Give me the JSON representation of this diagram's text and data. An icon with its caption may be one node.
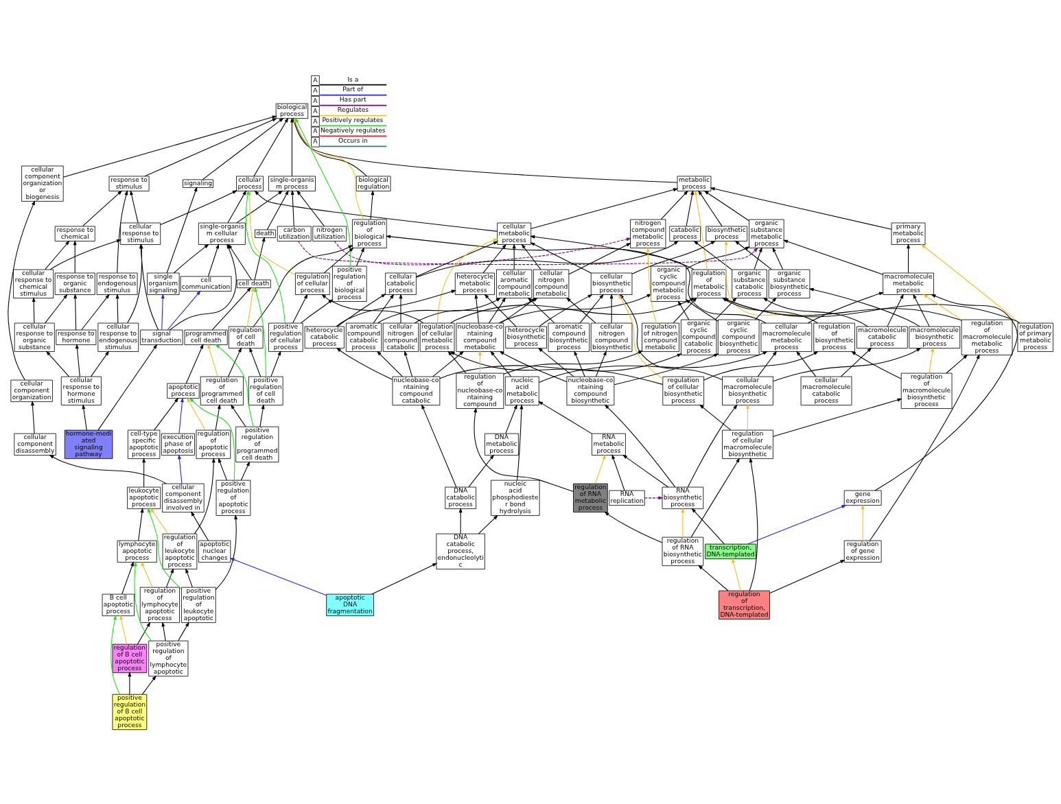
{
  "diagram": {
    "nodes": [
      {
        "text": [
          "biological process"
        ]
      },
      {
        "text": [
          "cellular component organization or biogenesis"
        ]
      },
      {
        "text": [
          "cellular process"
        ]
      },
      {
        "text": [
          "biological regulation"
        ]
      },
      {
        "text": [
          "single-organis m process"
        ]
      },
      {
        "text": [
          "metabolic process"
        ]
      },
      {
        "text": [
          "signaling"
        ]
      },
      {
        "text": [
          "response to stimulus"
        ]
      },
      {
        "text": [
          "death"
        ]
      },
      {
        "text": [
          "cellular component organization"
        ]
      },
      {
        "text": [
          "catabolic process"
        ]
      },
      {
        "text": [
          "single-organis m cellular process"
        ]
      },
      {
        "text": [
          "cellular metabolic process"
        ]
      },
      {
        "text": [
          "regulation of biological process"
        ]
      },
      {
        "text": [
          "carbon utilization"
        ]
      },
      {
        "text": [
          "nitrogen utilization"
        ]
      },
      {
        "text": [
          "biosynthetic process"
        ]
      },
      {
        "text": [
          "cellular response to stimulus"
        ]
      },
      {
        "text": [
          "response to endogenous stimulus"
        ]
      },
      {
        "text": [
          "response to chemical"
        ]
      },
      {
        "text": [
          "cell death"
        ]
      },
      {
        "text": [
          "positive regulation of biological process"
        ]
      },
      {
        "text": [
          "cellular catabolic process"
        ]
      },
      {
        "text": [
          "cellular aromatic compound metabolic"
        ]
      },
      {
        "text": [
          "heterocycle metabolic process"
        ]
      },
      {
        "text": [
          "regulation of cellular process"
        ]
      },
      {
        "text": [
          "organic substance metabolic process"
        ]
      },
      {
        "text": [
          "nitrogen compound metabolic process"
        ]
      },
      {
        "text": [
          "primary metabolic process"
        ]
      },
      {
        "text": [
          "cellular biosynthetic process"
        ]
      },
      {
        "text": [
          "regulation of metabolic process"
        ]
      },
      {
        "text": [
          "cell communication"
        ]
      },
      {
        "text": [
          "single organism signaling"
        ]
      },
      {
        "text": [
          "cellular response to chemical stimulus"
        ]
      },
      {
        "text": [
          "response to organic substance"
        ]
      },
      {
        "text": [
          "programmed cell death"
        ]
      },
      {
        "text": [
          "regulation of cell death"
        ]
      },
      {
        "text": [
          "positive regulation of cellular process"
        ]
      },
      {
        "text": [
          "organic substance catabolic process"
        ]
      },
      {
        "text": [
          "cellular nitrogen compound metabolic"
        ]
      },
      {
        "text": [
          "organic cyclic compound metabolic process"
        ]
      },
      {
        "text": [
          "macromolecule metabolic process"
        ]
      },
      {
        "text": [
          "organic substance biosynthetic process"
        ]
      },
      {
        "text": [
          "regulation of cellular metabolic process"
        ]
      },
      {
        "text": [
          "regulation of biosynthetic process"
        ]
      },
      {
        "text": [
          "cellular response to endogenous stimulus"
        ]
      },
      {
        "text": [
          "cellular response to organic substance"
        ]
      },
      {
        "text": [
          "response to hormone"
        ]
      },
      {
        "text": [
          "apoptotic process"
        ]
      },
      {
        "text": [
          "regulation of programmed cell death"
        ]
      },
      {
        "text": [
          "positive regulation of cell death"
        ]
      },
      {
        "text": [
          "cellular component disassembly"
        ]
      },
      {
        "text": [
          "aromatic compound catabolic process"
        ]
      },
      {
        "text": [
          "heterocycle catabolic process"
        ]
      },
      {
        "text": [
          "cellular nitrogen compound catabolic"
        ]
      },
      {
        "text": [
          "organic cyclic compound catabolic process"
        ]
      },
      {
        "text": [
          "macromolecule catabolic process"
        ]
      },
      {
        "text": [
          "cellular macromolecule metabolic process"
        ]
      },
      {
        "text": [
          "nucleobase-co ntaining compound metabolic"
        ]
      },
      {
        "text": [
          "aromatic compound biosynthetic process"
        ]
      },
      {
        "text": [
          "heterocycle biosynthetic process"
        ]
      },
      {
        "text": [
          "cellular nitrogen compound biosynthetic"
        ]
      },
      {
        "text": [
          "organic cyclic compound biosynthetic process"
        ]
      },
      {
        "text": [
          "gene expression"
        ]
      },
      {
        "text": [
          "macromolecule biosynthetic process"
        ]
      },
      {
        "text": [
          "regulation of nitrogen compound metabolic"
        ]
      },
      {
        "text": [
          "regulation of primary metabolic process"
        ]
      },
      {
        "text": [
          "regulation of macromolecule metabolic process"
        ]
      },
      {
        "text": [
          "signal transduction"
        ]
      },
      {
        "text": [
          "cellular response to hormone stimulus"
        ]
      },
      {
        "text": [
          "cell-type specific apoptotic process"
        ]
      },
      {
        "text": [
          "regulation of apoptotic process"
        ]
      },
      {
        "text": [
          "positive regulation of programmed cell death"
        ]
      },
      {
        "text": [
          "execution phase of apoptosis"
        ]
      },
      {
        "text": [
          "nucleic acid metabolic process"
        ]
      },
      {
        "text": [
          "cellular macromolecule biosynthetic process"
        ]
      },
      {
        "text": [
          "regulation of cellular biosynthetic process"
        ]
      },
      {
        "text": [
          "regulation of macromolecule biosynthetic process"
        ]
      },
      {
        "text": [
          "hormone-medi ated signaling pathway"
        ]
      },
      {
        "text": [
          "leukocyte apoptotic process"
        ]
      },
      {
        "text": [
          "cellular component disassembly involved in"
        ]
      },
      {
        "text": [
          "nucleobase-co ntaining compound catabolic"
        ]
      },
      {
        "text": [
          "DNA metabolic process"
        ]
      },
      {
        "text": [
          "cellular macromolecule catabolic process"
        ]
      },
      {
        "text": [
          "nucleobase-co ntaining compound biosynthetic"
        ]
      },
      {
        "text": [
          "RNA metabolic process"
        ]
      },
      {
        "text": [
          "regulation of nucleobase-co ntaining compound"
        ]
      },
      {
        "text": [
          "lymphocyte apoptotic process"
        ]
      },
      {
        "text": [
          "regulation of leukocyte apoptotic process"
        ]
      },
      {
        "text": [
          "positive regulation of apoptotic process"
        ]
      },
      {
        "text": [
          "DNA catabolic process"
        ]
      },
      {
        "text": [
          "nucleic acid phosphodieste r bond hydrolysis"
        ]
      },
      {
        "text": [
          "RNA replication"
        ]
      },
      {
        "text": [
          "regulation of gene expression"
        ]
      },
      {
        "text": [
          "B cell apoptotic process"
        ]
      },
      {
        "text": [
          "regulation of lymphocyte apoptotic process"
        ]
      },
      {
        "text": [
          "positive regulation of leukocyte apoptotic"
        ]
      },
      {
        "text": [
          "apoptotic nuclear changes"
        ]
      },
      {
        "text": [
          "DNA catabolic process, endonucleolyti c"
        ]
      },
      {
        "text": [
          "RNA biosynthetic process"
        ]
      },
      {
        "text": [
          "regulation of RNA metabolic process"
        ]
      },
      {
        "text": [
          "regulation of cellular macromolecule biosynthetic"
        ]
      },
      {
        "text": [
          "regulation of B cell apoptotic process"
        ]
      },
      {
        "text": [
          "positive regulation of lymphocyte apoptotic"
        ]
      },
      {
        "text": [
          "apoptotic DNA fragmentation"
        ]
      },
      {
        "text": [
          "transcription, DNA-templated"
        ]
      },
      {
        "text": [
          "regulation of RNA biosynthetic process"
        ]
      },
      {
        "text": [
          "positive regulation of B cell apoptotic process"
        ]
      },
      {
        "text": [
          "regulation of transcription, DNA-templated"
        ]
      }
    ],
    "edges": [
      {
        "from": 1,
        "to": 0,
        "arrow": "to"
      },
      {
        "from": 2,
        "to": 0,
        "arrow": "to"
      },
      {
        "from": 3,
        "to": 0,
        "arrow": "to"
      },
      {
        "from": 4,
        "to": 0,
        "arrow": "to"
      },
      {
        "from": 5,
        "to": 0,
        "arrow": "to"
      },
      {
        "from": 6,
        "to": 0,
        "arrow": "to"
      },
      {
        "from": 7,
        "to": 0,
        "arrow": "to"
      },
      {
        "from": 8,
        "to": 4,
        "arrow": "to"
      },
      {
        "from": 9,
        "to": 1,
        "arrow": "to"
      },
      {
        "from": 10,
        "to": 5,
        "arrow": "to"
      },
      {
        "from": 11,
        "to": 2,
        "arrow": "to"
      },
      {
        "from": 11,
        "to": 4,
        "arrow": "to"
      },
      {
        "from": 12,
        "to": 2,
        "arrow": "to"
      },
      {
        "from": 12,
        "to": 5,
        "arrow": "to"
      },
      {
        "from": 13,
        "to": 3,
        "arrow": "to"
      },
      {
        "from": 13,
        "to": 0,
        "arrow": "to",
        "color": "#f0c020"
      },
      {
        "from": 14,
        "to": 4,
        "arrow": "to"
      },
      {
        "from": 15,
        "to": 4,
        "arrow": "to"
      },
      {
        "from": 16,
        "to": 5,
        "arrow": "to"
      },
      {
        "from": 17,
        "to": 7,
        "arrow": "to"
      },
      {
        "from": 17,
        "to": 2,
        "arrow": "to"
      },
      {
        "from": 18,
        "to": 7,
        "arrow": "to"
      },
      {
        "from": 19,
        "to": 7,
        "arrow": "to"
      },
      {
        "from": 20,
        "to": 8,
        "arrow": "to"
      },
      {
        "from": 20,
        "to": 11,
        "arrow": "to"
      },
      {
        "from": 21,
        "to": 13,
        "arrow": "to"
      },
      {
        "from": 21,
        "to": 0,
        "arrow": "to",
        "color": "#22dd22"
      },
      {
        "from": 22,
        "to": 10,
        "arrow": "to"
      },
      {
        "from": 22,
        "to": 12,
        "arrow": "to"
      },
      {
        "from": 23,
        "to": 12,
        "arrow": "to"
      },
      {
        "from": 24,
        "to": 12,
        "arrow": "to"
      },
      {
        "from": 25,
        "to": 13,
        "arrow": "to"
      },
      {
        "from": 25,
        "to": 2,
        "arrow": "to",
        "color": "#f0c020"
      },
      {
        "from": 14,
        "to": 26,
        "arrow": "to",
        "style": "dashed",
        "color": "#800080"
      },
      {
        "from": 26,
        "to": 5,
        "arrow": "to"
      },
      {
        "from": 15,
        "to": 27,
        "arrow": "to",
        "style": "dashed",
        "color": "#800080"
      },
      {
        "from": 27,
        "to": 5,
        "arrow": "to"
      },
      {
        "from": 28,
        "to": 5,
        "arrow": "to"
      },
      {
        "from": 29,
        "to": 16,
        "arrow": "to"
      },
      {
        "from": 29,
        "to": 12,
        "arrow": "to"
      },
      {
        "from": 30,
        "to": 13,
        "arrow": "to"
      },
      {
        "from": 30,
        "to": 5,
        "arrow": "to",
        "color": "#f0c020"
      },
      {
        "from": 31,
        "to": 11,
        "arrow": "to"
      },
      {
        "from": 32,
        "to": 6,
        "arrow": "to"
      },
      {
        "from": 32,
        "to": 11,
        "arrow": "to"
      },
      {
        "from": 33,
        "to": 19,
        "arrow": "to"
      },
      {
        "from": 33,
        "to": 17,
        "arrow": "to"
      },
      {
        "from": 34,
        "to": 19,
        "arrow": "to"
      },
      {
        "from": 35,
        "to": 20,
        "arrow": "to"
      },
      {
        "from": 36,
        "to": 13,
        "arrow": "to"
      },
      {
        "from": 36,
        "to": 20,
        "arrow": "to",
        "color": "#f0c020"
      },
      {
        "from": 37,
        "to": 21,
        "arrow": "to"
      },
      {
        "from": 37,
        "to": 25,
        "arrow": "to"
      },
      {
        "from": 37,
        "to": 2,
        "arrow": "to",
        "color": "#22dd22"
      },
      {
        "from": 38,
        "to": 26,
        "arrow": "to"
      },
      {
        "from": 38,
        "to": 10,
        "arrow": "to"
      },
      {
        "from": 39,
        "to": 27,
        "arrow": "to"
      },
      {
        "from": 39,
        "to": 12,
        "arrow": "to"
      },
      {
        "from": 40,
        "to": 26,
        "arrow": "to"
      },
      {
        "from": 41,
        "to": 28,
        "arrow": "to"
      },
      {
        "from": 41,
        "to": 26,
        "arrow": "to"
      },
      {
        "from": 42,
        "to": 26,
        "arrow": "to"
      },
      {
        "from": 42,
        "to": 16,
        "arrow": "to"
      },
      {
        "from": 43,
        "to": 30,
        "arrow": "to"
      },
      {
        "from": 43,
        "to": 25,
        "arrow": "to"
      },
      {
        "from": 43,
        "to": 12,
        "arrow": "to",
        "color": "#f0c020"
      },
      {
        "from": 44,
        "to": 30,
        "arrow": "to"
      },
      {
        "from": 44,
        "to": 16,
        "arrow": "to",
        "color": "#f0c020"
      },
      {
        "from": 45,
        "to": 18,
        "arrow": "to"
      },
      {
        "from": 45,
        "to": 17,
        "arrow": "to"
      },
      {
        "from": 46,
        "to": 34,
        "arrow": "to"
      },
      {
        "from": 46,
        "to": 33,
        "arrow": "to"
      },
      {
        "from": 47,
        "to": 18,
        "arrow": "to"
      },
      {
        "from": 47,
        "to": 34,
        "arrow": "to"
      },
      {
        "from": 48,
        "to": 35,
        "arrow": "to"
      },
      {
        "from": 49,
        "to": 36,
        "arrow": "to"
      },
      {
        "from": 49,
        "to": 35,
        "arrow": "to",
        "color": "#f0c020"
      },
      {
        "from": 50,
        "to": 36,
        "arrow": "to"
      },
      {
        "from": 50,
        "to": 37,
        "arrow": "to"
      },
      {
        "from": 50,
        "to": 20,
        "arrow": "to",
        "color": "#22dd22"
      },
      {
        "from": 51,
        "to": 9,
        "arrow": "to"
      },
      {
        "from": 52,
        "to": 23,
        "arrow": "to"
      },
      {
        "from": 52,
        "to": 22,
        "arrow": "to"
      },
      {
        "from": 53,
        "to": 24,
        "arrow": "to"
      },
      {
        "from": 53,
        "to": 22,
        "arrow": "to"
      },
      {
        "from": 54,
        "to": 39,
        "arrow": "to"
      },
      {
        "from": 54,
        "to": 22,
        "arrow": "to"
      },
      {
        "from": 55,
        "to": 40,
        "arrow": "to"
      },
      {
        "from": 55,
        "to": 38,
        "arrow": "to"
      },
      {
        "from": 56,
        "to": 41,
        "arrow": "to"
      },
      {
        "from": 56,
        "to": 38,
        "arrow": "to"
      },
      {
        "from": 57,
        "to": 41,
        "arrow": "to"
      },
      {
        "from": 57,
        "to": 12,
        "arrow": "to"
      },
      {
        "from": 58,
        "to": 39,
        "arrow": "to"
      },
      {
        "from": 58,
        "to": 23,
        "arrow": "to"
      },
      {
        "from": 58,
        "to": 24,
        "arrow": "to"
      },
      {
        "from": 58,
        "to": 40,
        "arrow": "to"
      },
      {
        "from": 59,
        "to": 23,
        "arrow": "to"
      },
      {
        "from": 59,
        "to": 29,
        "arrow": "to"
      },
      {
        "from": 60,
        "to": 24,
        "arrow": "to"
      },
      {
        "from": 60,
        "to": 29,
        "arrow": "to"
      },
      {
        "from": 61,
        "to": 39,
        "arrow": "to"
      },
      {
        "from": 61,
        "to": 29,
        "arrow": "to"
      },
      {
        "from": 62,
        "to": 40,
        "arrow": "to"
      },
      {
        "from": 62,
        "to": 42,
        "arrow": "to"
      },
      {
        "from": 63,
        "to": 41,
        "arrow": "to"
      },
      {
        "from": 64,
        "to": 41,
        "arrow": "to"
      },
      {
        "from": 64,
        "to": 42,
        "arrow": "to"
      },
      {
        "from": 65,
        "to": 30,
        "arrow": "to"
      },
      {
        "from": 65,
        "to": 27,
        "arrow": "to",
        "color": "#f0c020"
      },
      {
        "from": 66,
        "to": 30,
        "arrow": "to"
      },
      {
        "from": 66,
        "to": 28,
        "arrow": "to",
        "color": "#f0c020"
      },
      {
        "from": 67,
        "to": 30,
        "arrow": "to"
      },
      {
        "from": 67,
        "to": 41,
        "arrow": "to",
        "color": "#f0c020"
      },
      {
        "from": 68,
        "to": 31,
        "arrow": "to",
        "color": "#2222ee"
      },
      {
        "from": 68,
        "to": 32,
        "arrow": "to",
        "color": "#2222ee"
      },
      {
        "from": 68,
        "to": 17,
        "arrow": "to"
      },
      {
        "from": 68,
        "to": 11,
        "arrow": "to"
      },
      {
        "from": 69,
        "to": 47,
        "arrow": "to"
      },
      {
        "from": 69,
        "to": 45,
        "arrow": "to"
      },
      {
        "from": 69,
        "to": 46,
        "arrow": "to"
      },
      {
        "from": 70,
        "to": 48,
        "arrow": "to"
      },
      {
        "from": 71,
        "to": 49,
        "arrow": "to"
      },
      {
        "from": 71,
        "to": 48,
        "arrow": "to",
        "color": "#f0c020"
      },
      {
        "from": 72,
        "to": 49,
        "arrow": "to"
      },
      {
        "from": 72,
        "to": 50,
        "arrow": "to"
      },
      {
        "from": 72,
        "to": 35,
        "arrow": "to",
        "color": "#22dd22"
      },
      {
        "from": 73,
        "to": 48,
        "arrow": "to",
        "color": "#2222ee"
      },
      {
        "from": 74,
        "to": 58,
        "arrow": "to"
      },
      {
        "from": 74,
        "to": 57,
        "arrow": "to"
      },
      {
        "from": 75,
        "to": 57,
        "arrow": "to"
      },
      {
        "from": 75,
        "to": 64,
        "arrow": "to"
      },
      {
        "from": 75,
        "to": 29,
        "arrow": "to"
      },
      {
        "from": 76,
        "to": 44,
        "arrow": "to"
      },
      {
        "from": 76,
        "to": 43,
        "arrow": "to"
      },
      {
        "from": 76,
        "to": 29,
        "arrow": "to",
        "color": "#f0c020"
      },
      {
        "from": 77,
        "to": 44,
        "arrow": "to"
      },
      {
        "from": 77,
        "to": 67,
        "arrow": "to"
      },
      {
        "from": 77,
        "to": 64,
        "arrow": "to",
        "color": "#f0c020"
      },
      {
        "from": 78,
        "to": 68,
        "arrow": "to"
      },
      {
        "from": 78,
        "to": 69,
        "arrow": "to"
      },
      {
        "from": 79,
        "to": 70,
        "arrow": "to"
      },
      {
        "from": 80,
        "to": 51,
        "arrow": "to"
      },
      {
        "from": 80,
        "to": 73,
        "arrow": "to",
        "color": "#2222ee"
      },
      {
        "from": 81,
        "to": 58,
        "arrow": "to"
      },
      {
        "from": 81,
        "to": 52,
        "arrow": "to"
      },
      {
        "from": 81,
        "to": 53,
        "arrow": "to"
      },
      {
        "from": 81,
        "to": 54,
        "arrow": "to"
      },
      {
        "from": 81,
        "to": 55,
        "arrow": "to"
      },
      {
        "from": 82,
        "to": 74,
        "arrow": "to"
      },
      {
        "from": 83,
        "to": 57,
        "arrow": "to"
      },
      {
        "from": 83,
        "to": 56,
        "arrow": "to"
      },
      {
        "from": 84,
        "to": 58,
        "arrow": "to"
      },
      {
        "from": 84,
        "to": 59,
        "arrow": "to"
      },
      {
        "from": 84,
        "to": 60,
        "arrow": "to"
      },
      {
        "from": 84,
        "to": 61,
        "arrow": "to"
      },
      {
        "from": 84,
        "to": 62,
        "arrow": "to"
      },
      {
        "from": 85,
        "to": 74,
        "arrow": "to"
      },
      {
        "from": 86,
        "to": 65,
        "arrow": "to"
      },
      {
        "from": 86,
        "to": 43,
        "arrow": "to"
      },
      {
        "from": 86,
        "to": 58,
        "arrow": "to",
        "color": "#f0c020"
      },
      {
        "from": 87,
        "to": 79,
        "arrow": "to"
      },
      {
        "from": 88,
        "to": 71,
        "arrow": "to"
      },
      {
        "from": 88,
        "to": 79,
        "arrow": "to",
        "color": "#f0c020"
      },
      {
        "from": 89,
        "to": 71,
        "arrow": "to"
      },
      {
        "from": 89,
        "to": 72,
        "arrow": "to"
      },
      {
        "from": 89,
        "to": 48,
        "arrow": "to",
        "color": "#22dd22"
      },
      {
        "from": 90,
        "to": 82,
        "arrow": "to"
      },
      {
        "from": 90,
        "to": 81,
        "arrow": "to"
      },
      {
        "from": 91,
        "to": 74,
        "arrow": "to"
      },
      {
        "from": 92,
        "to": 85,
        "arrow": "to"
      },
      {
        "from": 92,
        "to": 99,
        "arrow": "to",
        "style": "dashed",
        "color": "#800080"
      },
      {
        "from": 93,
        "to": 67,
        "arrow": "to"
      },
      {
        "from": 93,
        "to": 63,
        "arrow": "to",
        "color": "#f0c020"
      },
      {
        "from": 94,
        "to": 87,
        "arrow": "to"
      },
      {
        "from": 95,
        "to": 88,
        "arrow": "to"
      },
      {
        "from": 95,
        "to": 87,
        "arrow": "to",
        "color": "#f0c020"
      },
      {
        "from": 96,
        "to": 88,
        "arrow": "to"
      },
      {
        "from": 96,
        "to": 89,
        "arrow": "to"
      },
      {
        "from": 96,
        "to": 79,
        "arrow": "to",
        "color": "#22dd22"
      },
      {
        "from": 97,
        "to": 80,
        "arrow": "to"
      },
      {
        "from": 98,
        "to": 90,
        "arrow": "to"
      },
      {
        "from": 98,
        "to": 91,
        "arrow": "to"
      },
      {
        "from": 99,
        "to": 85,
        "arrow": "to"
      },
      {
        "from": 99,
        "to": 84,
        "arrow": "to"
      },
      {
        "from": 99,
        "to": 75,
        "arrow": "to"
      },
      {
        "from": 100,
        "to": 86,
        "arrow": "to"
      },
      {
        "from": 100,
        "to": 85,
        "arrow": "to",
        "color": "#f0c020"
      },
      {
        "from": 101,
        "to": 76,
        "arrow": "to"
      },
      {
        "from": 101,
        "to": 77,
        "arrow": "to"
      },
      {
        "from": 101,
        "to": 75,
        "arrow": "to",
        "color": "#f0c020"
      },
      {
        "from": 102,
        "to": 95,
        "arrow": "to"
      },
      {
        "from": 102,
        "to": 94,
        "arrow": "to",
        "color": "#f0c020"
      },
      {
        "from": 103,
        "to": 95,
        "arrow": "to"
      },
      {
        "from": 103,
        "to": 96,
        "arrow": "to"
      },
      {
        "from": 103,
        "to": 87,
        "arrow": "to",
        "color": "#22dd22"
      },
      {
        "from": 104,
        "to": 98,
        "arrow": "to"
      },
      {
        "from": 104,
        "to": 97,
        "arrow": "to",
        "color": "#2222ee"
      },
      {
        "from": 105,
        "to": 99,
        "arrow": "to"
      },
      {
        "from": 105,
        "to": 63,
        "arrow": "to",
        "color": "#2222ee"
      },
      {
        "from": 106,
        "to": 100,
        "arrow": "to"
      },
      {
        "from": 106,
        "to": 101,
        "arrow": "to"
      },
      {
        "from": 106,
        "to": 99,
        "arrow": "to",
        "color": "#f0c020"
      },
      {
        "from": 107,
        "to": 102,
        "arrow": "to"
      },
      {
        "from": 107,
        "to": 103,
        "arrow": "to"
      },
      {
        "from": 107,
        "to": 94,
        "arrow": "to",
        "color": "#22dd22"
      },
      {
        "from": 108,
        "to": 106,
        "arrow": "to"
      },
      {
        "from": 108,
        "to": 93,
        "arrow": "to"
      },
      {
        "from": 108,
        "to": 101,
        "arrow": "to"
      },
      {
        "from": 108,
        "to": 105,
        "arrow": "to",
        "color": "#f0c020"
      }
    ],
    "labels": [
      "A",
      "A",
      "A",
      "A",
      "A",
      "A",
      "A"
    ],
    "legend": [
      {
        "text": "Is a"
      },
      {
        "text": "Part of"
      },
      {
        "text": "Has part"
      },
      {
        "text": "Regulates"
      },
      {
        "text": "Positively regulates"
      },
      {
        "text": "Negatively regulates"
      },
      {
        "text": "Occurs in"
      }
    ]
  }
}
